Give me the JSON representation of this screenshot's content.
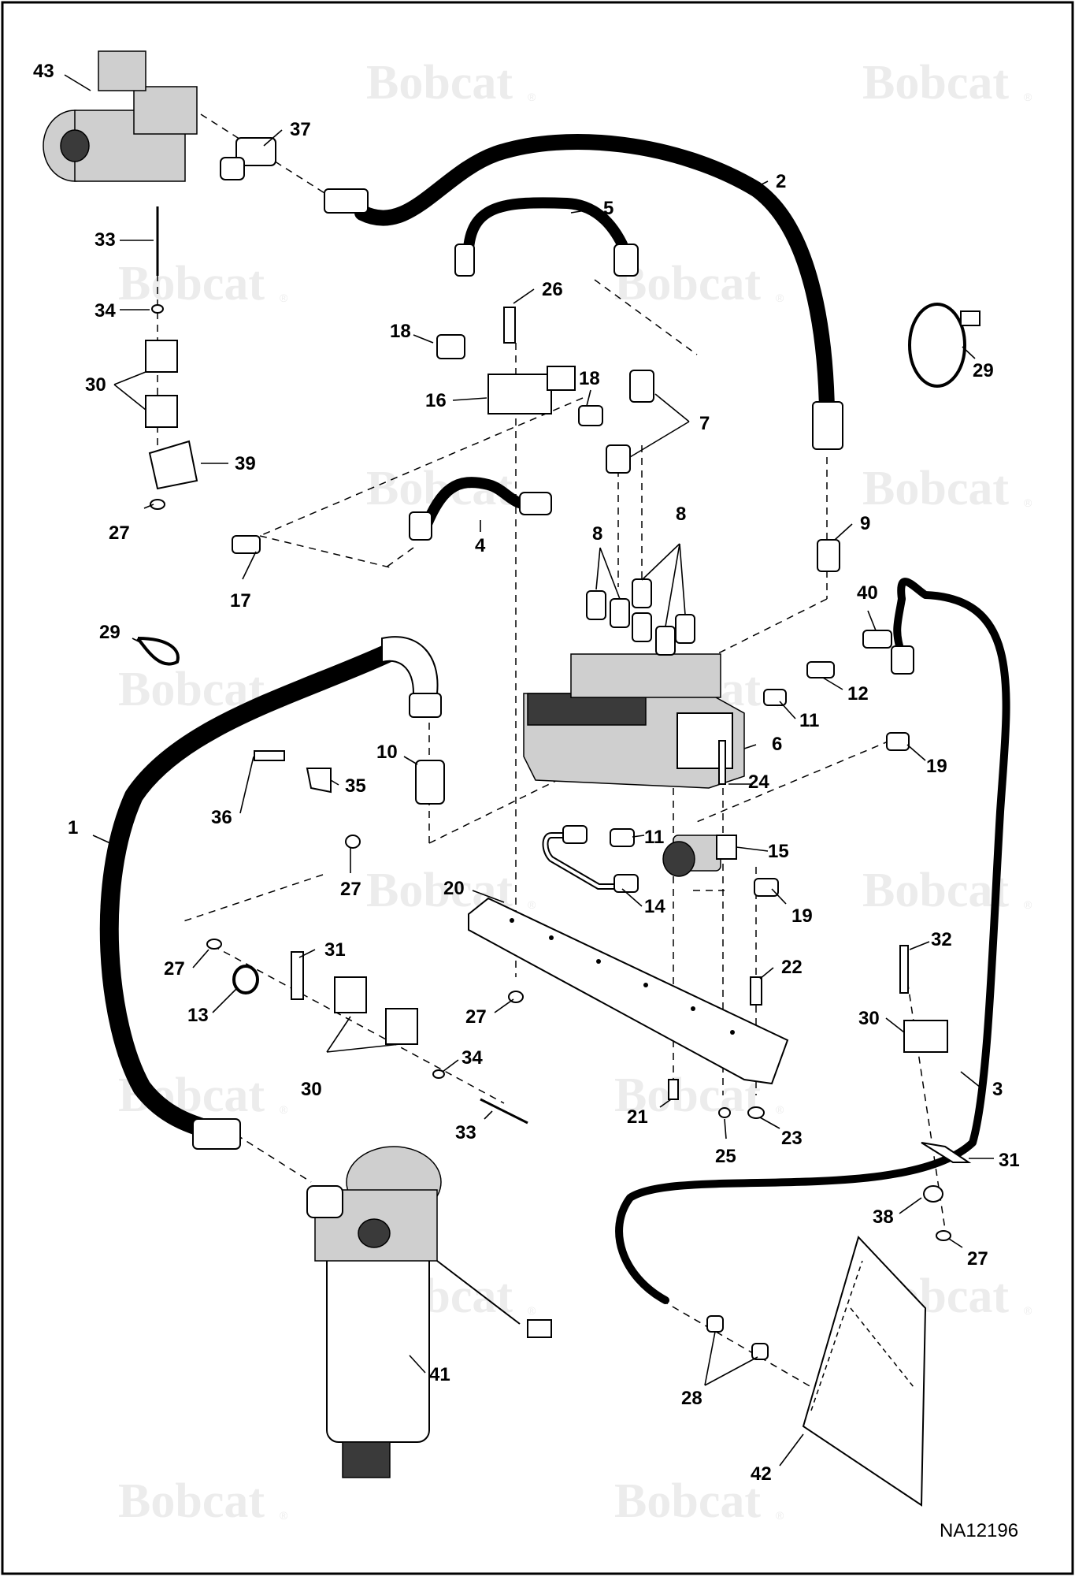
{
  "diagram": {
    "watermark_text": "Bobcat",
    "watermark_mark": "®",
    "drawing_number": "NA12196",
    "callouts": {
      "p43": "43",
      "p37": "37",
      "p2": "2",
      "p5": "5",
      "p33a": "33",
      "p34a": "34",
      "p26": "26",
      "p18a": "18",
      "p18b": "18",
      "p29a": "29",
      "p30a": "30",
      "p16": "16",
      "p7": "7",
      "p39": "39",
      "p27a": "27",
      "p17": "17",
      "p4": "4",
      "p8a": "8",
      "p8b": "8",
      "p9": "9",
      "p40": "40",
      "p29b": "29",
      "p12": "12",
      "p11a": "11",
      "p6": "6",
      "p10": "10",
      "p35": "35",
      "p36": "36",
      "p1": "1",
      "p24": "24",
      "p19a": "19",
      "p11b": "11",
      "p15": "15",
      "p27b": "27",
      "p20": "20",
      "p14": "14",
      "p19b": "19",
      "p31a": "31",
      "p27c": "27",
      "p13": "13",
      "p32": "32",
      "p22": "22",
      "p30b": "30",
      "p27d": "27",
      "p34b": "34",
      "p30c": "30",
      "p3": "3",
      "p33b": "33",
      "p21": "21",
      "p25": "25",
      "p23": "23",
      "p31b": "31",
      "p38": "38",
      "p27e": "27",
      "p41": "41",
      "p28": "28",
      "p42": "42"
    }
  }
}
